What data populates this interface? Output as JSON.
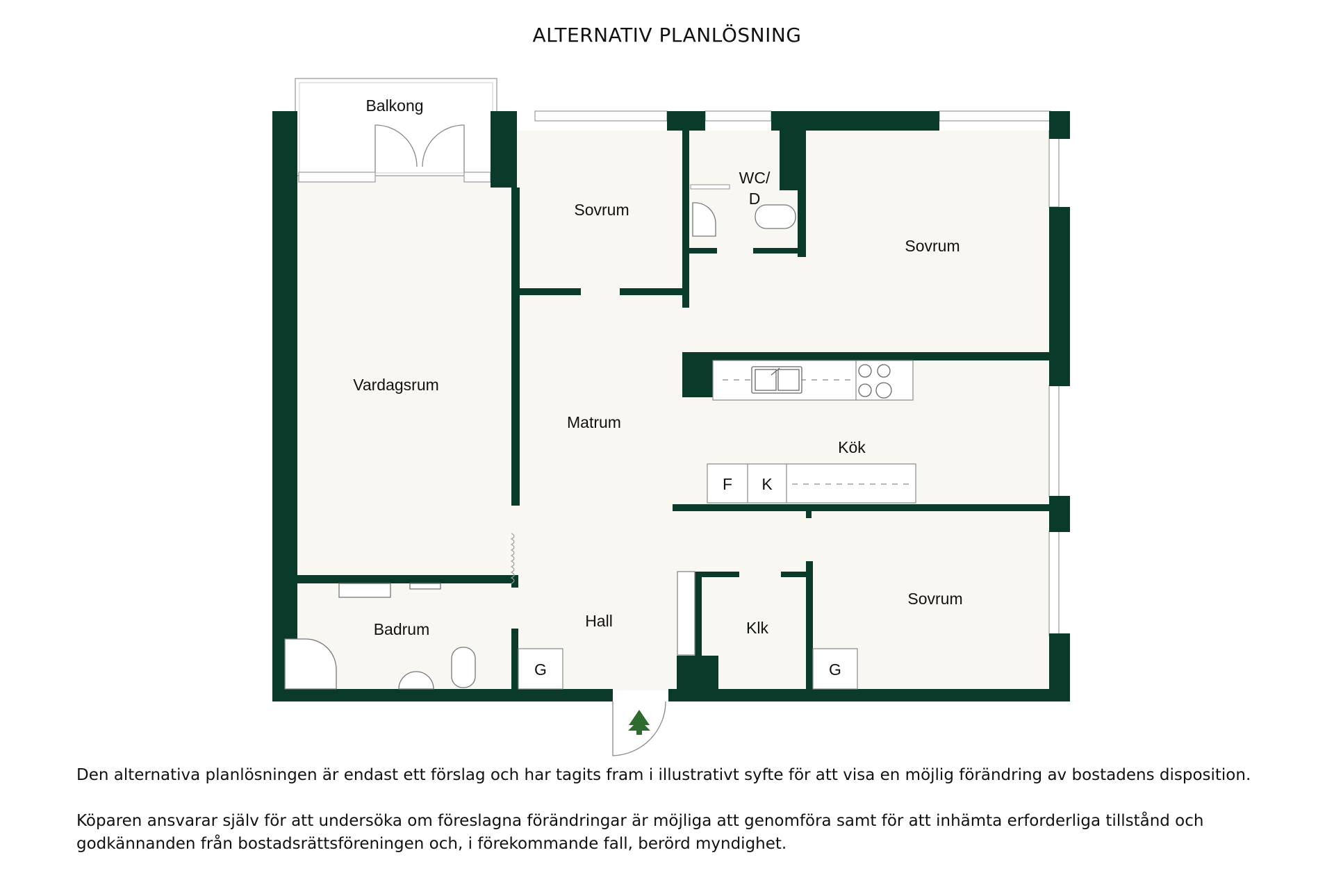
{
  "title": "ALTERNATIV PLANLÖSNING",
  "rooms": {
    "balkong": "Balkong",
    "sovrum_1": "Sovrum",
    "wc_line1": "WC/",
    "wc_line2": "D",
    "sovrum_2": "Sovrum",
    "vardagsrum": "Vardagsrum",
    "matrum": "Matrum",
    "kok": "Kök",
    "badrum": "Badrum",
    "hall": "Hall",
    "klk": "Klk",
    "sovrum_3": "Sovrum"
  },
  "fixtures": {
    "fridge": "F",
    "freezer": "K",
    "wardrobe_hall": "G",
    "wardrobe_bedroom": "G"
  },
  "disclaimer": {
    "line1": "Den alternativa planlösningen är endast ett förslag och har tagits fram i illustrativt syfte för att visa en möjlig förändring av bostadens disposition.",
    "line2": "Köparen ansvarar själv för att undersöka om föreslagna förändringar är möjliga att genomföra samt för att inhämta erforderliga tillstånd och godkännanden från bostadsrättsföreningen och, i förekommande fall, berörd myndighet."
  },
  "colors": {
    "wall": "#0a3b2a",
    "floor": "#f8f7f1",
    "entrance_arrow": "#2e6b2e",
    "fixture_line": "#888888"
  },
  "icons": {
    "entrance": "entrance-arrow-icon",
    "toilet": "toilet-icon",
    "sink": "sink-icon",
    "stove": "stove-icon",
    "radiator": "radiator-icon",
    "shower": "shower-icon"
  }
}
